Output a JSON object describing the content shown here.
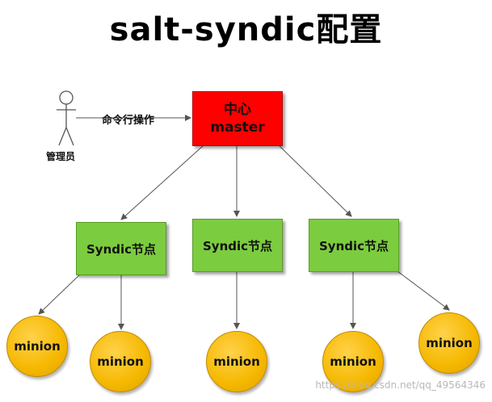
{
  "title": "salt-syndic配置",
  "actor": {
    "label": "管理员",
    "icon": "stick-figure-icon"
  },
  "command_label": "命令行操作",
  "master": {
    "line1": "中心",
    "line2": "master",
    "color": "#ff0000"
  },
  "syndics": [
    {
      "label": "Syndic节点"
    },
    {
      "label": "Syndic节点"
    },
    {
      "label": "Syndic节点"
    }
  ],
  "minions": [
    {
      "label": "minion"
    },
    {
      "label": "minion"
    },
    {
      "label": "minion"
    },
    {
      "label": "minion"
    },
    {
      "label": "minion"
    }
  ],
  "colors": {
    "syndic": "#7ccc3f",
    "minion": "#f5b800"
  },
  "watermark": "https://blog.csdn.net/qq_49564346"
}
